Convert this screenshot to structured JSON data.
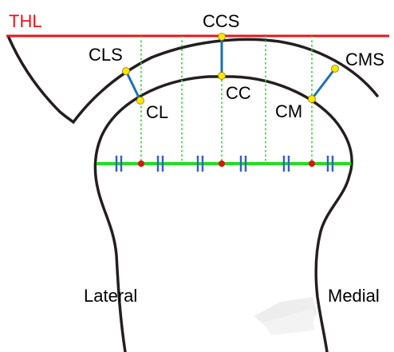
{
  "labels": {
    "thl": "THL",
    "ccs": "CCS",
    "cls": "CLS",
    "cms": "CMS",
    "cc": "CC",
    "cl": "CL",
    "cm": "CM",
    "lateral": "Lateral",
    "medial": "Medial"
  },
  "colors": {
    "thl_line": "#e8141b",
    "outline": "#231f20",
    "measure_line": "#1f6fb4",
    "point": "#ffe600",
    "point_stroke": "#8a7a00",
    "guide": "#22dd22",
    "midpoint": "#e01010",
    "tick": "#3a5fc4",
    "watermark": "#e6e6e6"
  }
}
